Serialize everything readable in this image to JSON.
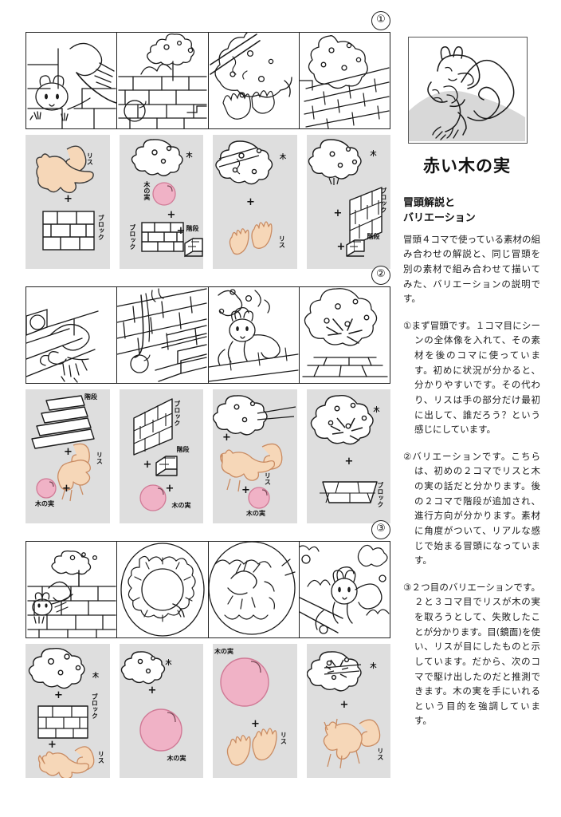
{
  "cover": {
    "title": "赤い木の実",
    "illustration": "squirrel-holding-nut"
  },
  "sidebar": {
    "heading_line1": "冒頭解説と",
    "heading_line2": "バリエーション",
    "intro": "冒頭４コマで使っている素材の組み合わせの解説と、同じ冒頭を別の素材で組み合わせて描いてみた、バリエーションの説明です。",
    "notes": [
      "①まず冒頭です。１コマ目にシーンの全体像を入れて、その素材を後のコマに使っています。初めに状況が分かると、分かりやすいです。その代わり、リスは手の部分だけ最初に出して、誰だろう？という感じにしています。",
      "②バリエーションです。こちらは、初めの２コマでリスと木の実の話だと分かります。後の２コマで階段が追加され、進行方向が分かります。素材に角度がついて、リアルな感じで始まる冒頭になっています。",
      "③２つ目のバリエーションです。２と３コマ目でリスが木の実を取ろうとして、失敗したことが分かります。目(鏡面)を使い、リスが目にしたものと示しています。だから、次のコマで駆け出したのだと推測できます。木の実を手にいれるという目的を強調しています。"
    ]
  },
  "labels": {
    "squirrel": "リス",
    "block": "ブロック",
    "tree": "木",
    "nut": "木の実",
    "stairs": "階段",
    "plus": "+"
  },
  "rows": [
    {
      "number": "①",
      "panels": [
        {
          "scene": "squirrel-peeking-behind-block-wall"
        },
        {
          "scene": "block-wall-with-tree-and-nut"
        },
        {
          "scene": "tree-canopy-with-squirrel-hands"
        },
        {
          "scene": "tree-over-angled-block-wall-and-stairs"
        }
      ],
      "materials": [
        {
          "items": [
            "squirrel",
            "block"
          ]
        },
        {
          "items": [
            "tree",
            "nut",
            "block",
            "stairs"
          ]
        },
        {
          "items": [
            "tree",
            "squirrel"
          ]
        },
        {
          "items": [
            "tree",
            "block",
            "stairs"
          ]
        }
      ]
    },
    {
      "number": "②",
      "panels": [
        {
          "scene": "squirrel-on-stairs-perspective"
        },
        {
          "scene": "block-wall-stairs-perspective"
        },
        {
          "scene": "squirrel-jumping-toward-nut"
        },
        {
          "scene": "tree-burst-over-tiled-ground"
        }
      ],
      "materials": [
        {
          "items": [
            "stairs",
            "squirrel",
            "nut"
          ]
        },
        {
          "items": [
            "block",
            "stairs",
            "nut"
          ]
        },
        {
          "items": [
            "tree",
            "squirrel",
            "nut"
          ]
        },
        {
          "items": [
            "tree",
            "block"
          ]
        }
      ]
    },
    {
      "number": "③",
      "panels": [
        {
          "scene": "squirrel-running-along-block-wall"
        },
        {
          "scene": "eye-mirror-closeup-tree"
        },
        {
          "scene": "eye-mirror-closeup-nut"
        },
        {
          "scene": "squirrel-in-tree-reaching"
        }
      ],
      "materials": [
        {
          "items": [
            "tree",
            "block",
            "squirrel"
          ]
        },
        {
          "items": [
            "tree",
            "nut"
          ]
        },
        {
          "items": [
            "nut",
            "squirrel"
          ]
        },
        {
          "items": [
            "tree",
            "squirrel"
          ]
        }
      ]
    }
  ],
  "colors": {
    "squirrel_fill": "#f6d7b8",
    "nut_fill": "#f0b2c6",
    "material_bg": "#dedede",
    "ink": "#1a1a1a"
  }
}
